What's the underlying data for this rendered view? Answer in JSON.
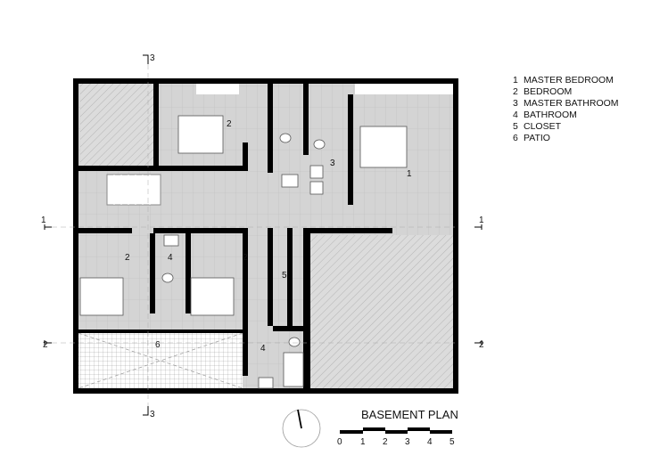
{
  "title": "BASEMENT PLAN",
  "legend": [
    {
      "num": "1",
      "label": "MASTER BEDROOM"
    },
    {
      "num": "2",
      "label": "BEDROOM"
    },
    {
      "num": "3",
      "label": "MASTER BATHROOM"
    },
    {
      "num": "4",
      "label": "BATHROOM"
    },
    {
      "num": "5",
      "label": "CLOSET"
    },
    {
      "num": "6",
      "label": "PATIO"
    }
  ],
  "room_labels": {
    "master_bedroom": "1",
    "bedroom_top": "2",
    "master_bathroom": "3",
    "bedroom_left": "2",
    "bathroom_mid": "4",
    "bedroom_right": "2",
    "closet": "5",
    "patio": "6",
    "bathroom_bottom": "4"
  },
  "section_markers": {
    "s1_left": "1",
    "s1_right": "1",
    "s2_left": "2",
    "s2_right": "2",
    "s3_top": "3",
    "s3_bottom": "3"
  },
  "scale_bar": {
    "ticks": [
      "0",
      "1",
      "2",
      "3",
      "4",
      "5"
    ],
    "unit_note": ""
  }
}
